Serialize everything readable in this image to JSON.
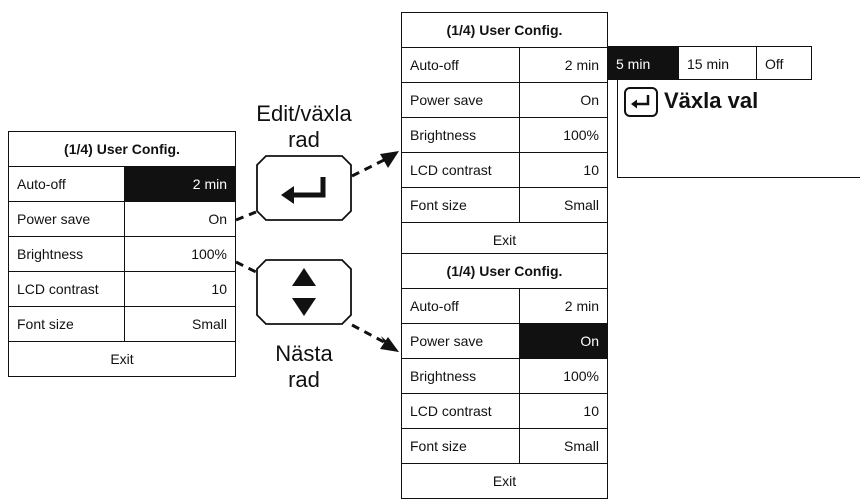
{
  "captions": {
    "edit_line1": "Edit/växla",
    "edit_line2": "rad",
    "next_line1": "Nästa",
    "next_line2": "rad"
  },
  "panel_left": {
    "title": "(1/4) User Config.",
    "rows": [
      {
        "label": "Auto-off",
        "value": "2 min",
        "selected": true
      },
      {
        "label": "Power save",
        "value": "On",
        "selected": false
      },
      {
        "label": "Brightness",
        "value": "100%",
        "selected": false
      },
      {
        "label": "LCD contrast",
        "value": "10",
        "selected": false
      },
      {
        "label": "Font size",
        "value": "Small",
        "selected": false
      }
    ],
    "exit": "Exit"
  },
  "panel_top_right": {
    "title": "(1/4) User Config.",
    "rows": [
      {
        "label": "Auto-off",
        "value": "2 min",
        "selected": false
      },
      {
        "label": "Power save",
        "value": "On",
        "selected": false
      },
      {
        "label": "Brightness",
        "value": "100%",
        "selected": false
      },
      {
        "label": "LCD contrast",
        "value": "10",
        "selected": false
      },
      {
        "label": "Font size",
        "value": "Small",
        "selected": false
      }
    ],
    "exit": "Exit",
    "options": [
      "5 min",
      "15 min",
      "Off"
    ],
    "selected_option": "5 min",
    "hint": "Växla val"
  },
  "panel_bottom_right": {
    "title": "(1/4) User Config.",
    "rows": [
      {
        "label": "Auto-off",
        "value": "2 min",
        "selected": false
      },
      {
        "label": "Power save",
        "value": "On",
        "selected": true
      },
      {
        "label": "Brightness",
        "value": "100%",
        "selected": false
      },
      {
        "label": "LCD contrast",
        "value": "10",
        "selected": false
      },
      {
        "label": "Font size",
        "value": "Small",
        "selected": false
      }
    ],
    "exit": "Exit"
  },
  "icons": {
    "enter_key": "enter-key-icon",
    "arrow_keys": "up-down-arrow-icon",
    "hint_icon": "enter-key-icon"
  }
}
